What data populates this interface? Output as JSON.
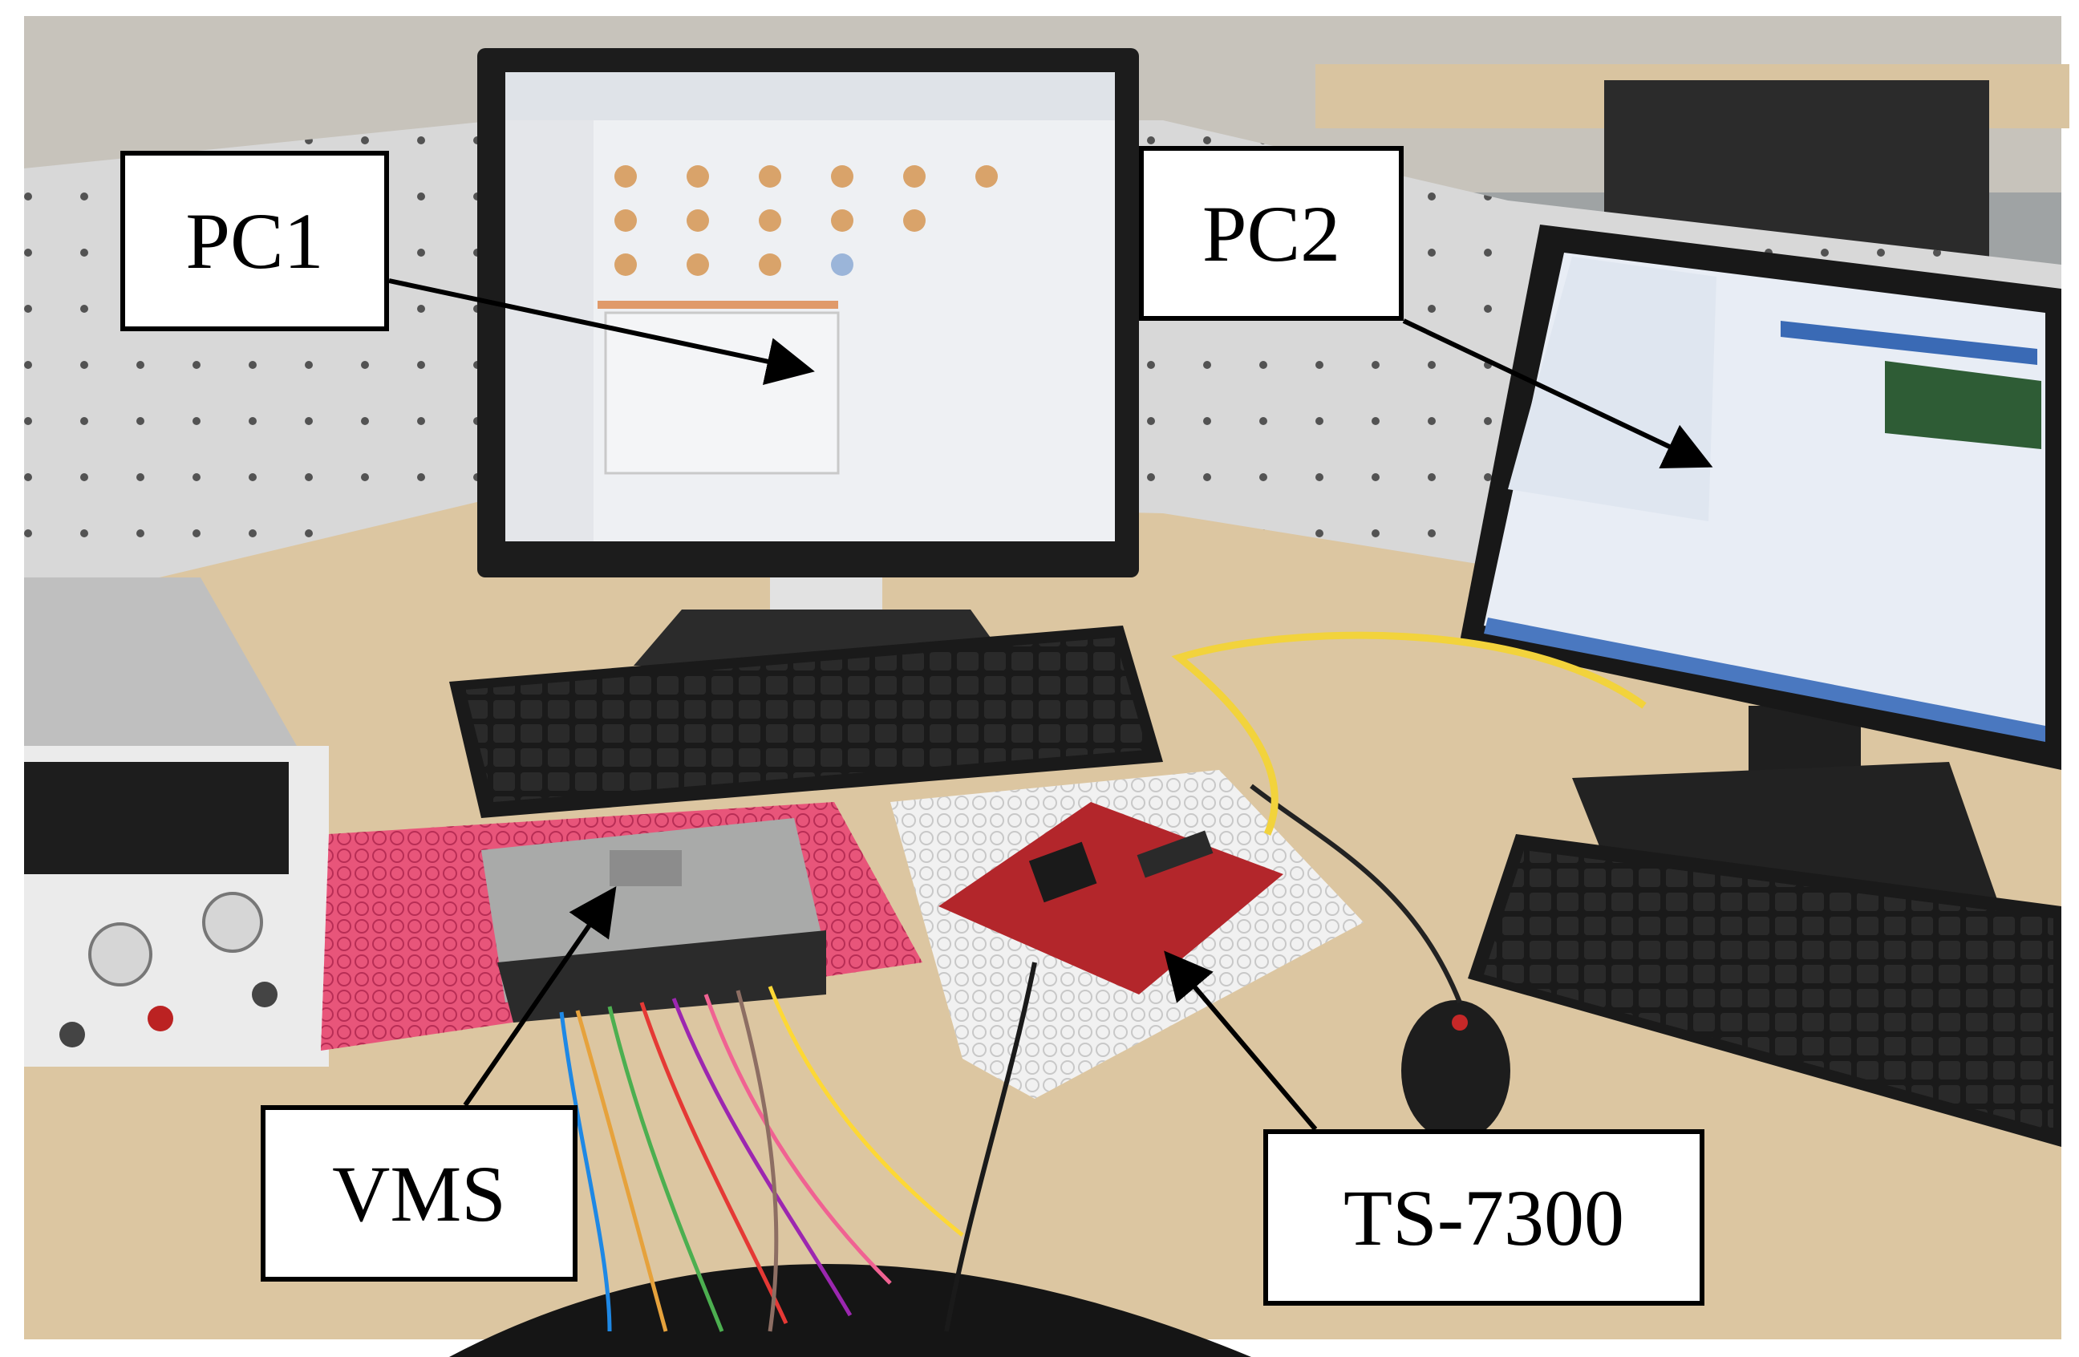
{
  "labels": {
    "pc1": "PC1",
    "pc2": "PC2",
    "vms": "VMS",
    "ts7300": "TS-7300"
  },
  "colors": {
    "desk": "#dcc6a1",
    "partition": "#d9d9d9",
    "monitor": "#1c1c1c",
    "board": "#b3262b",
    "bubble_wrap_pink": "#e8557a"
  }
}
